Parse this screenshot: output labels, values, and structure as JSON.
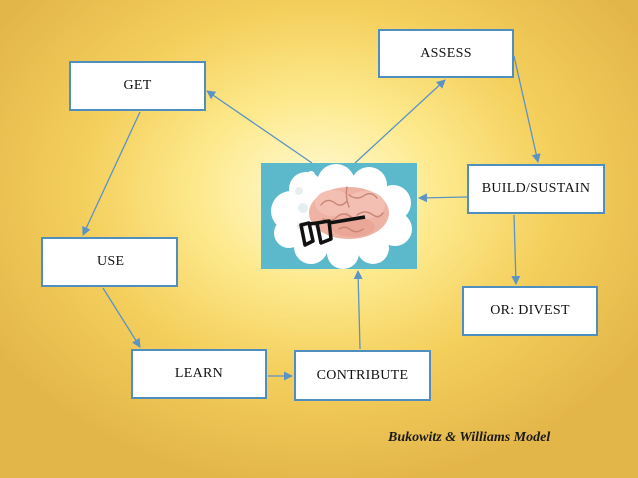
{
  "nodes": {
    "assess": "ASSESS",
    "get": "GET",
    "build_sustain": "BUILD/SUSTAIN",
    "use": "USE",
    "divest": "OR: DIVEST",
    "learn": "LEARN",
    "contribute": "CONTRIBUTE"
  },
  "center_image": "brain-with-glasses-icon",
  "caption": "Bukowitz & Williams  Model",
  "colors": {
    "box_border": "#4f8fbf",
    "arrow": "#5b93c4",
    "image_background": "#5cb8cb",
    "background_center": "#fffbd6",
    "background_edge": "#e3b64a"
  }
}
